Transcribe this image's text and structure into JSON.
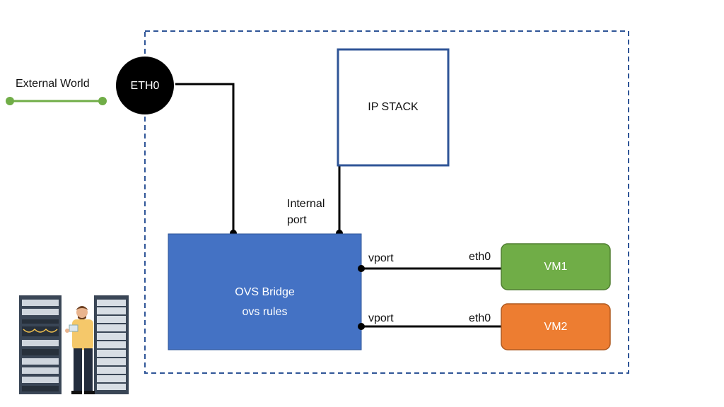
{
  "external": {
    "label": "External World"
  },
  "eth0_node": {
    "label": "ETH0"
  },
  "ip_stack": {
    "label": "IP STACK"
  },
  "internal_port": {
    "line1": "Internal",
    "line2": "port"
  },
  "ovs_bridge": {
    "title": "OVS Bridge",
    "subtitle": "ovs rules",
    "color": "#4472c4"
  },
  "vport_labels": [
    "vport",
    "vport"
  ],
  "eth0_labels": [
    "eth0",
    "eth0"
  ],
  "vm1": {
    "label": "VM1",
    "color": "#70ad47"
  },
  "vm2": {
    "label": "VM2",
    "color": "#ed7d31"
  },
  "colors": {
    "host_border": "#2f5597",
    "external_link": "#70ad47"
  }
}
